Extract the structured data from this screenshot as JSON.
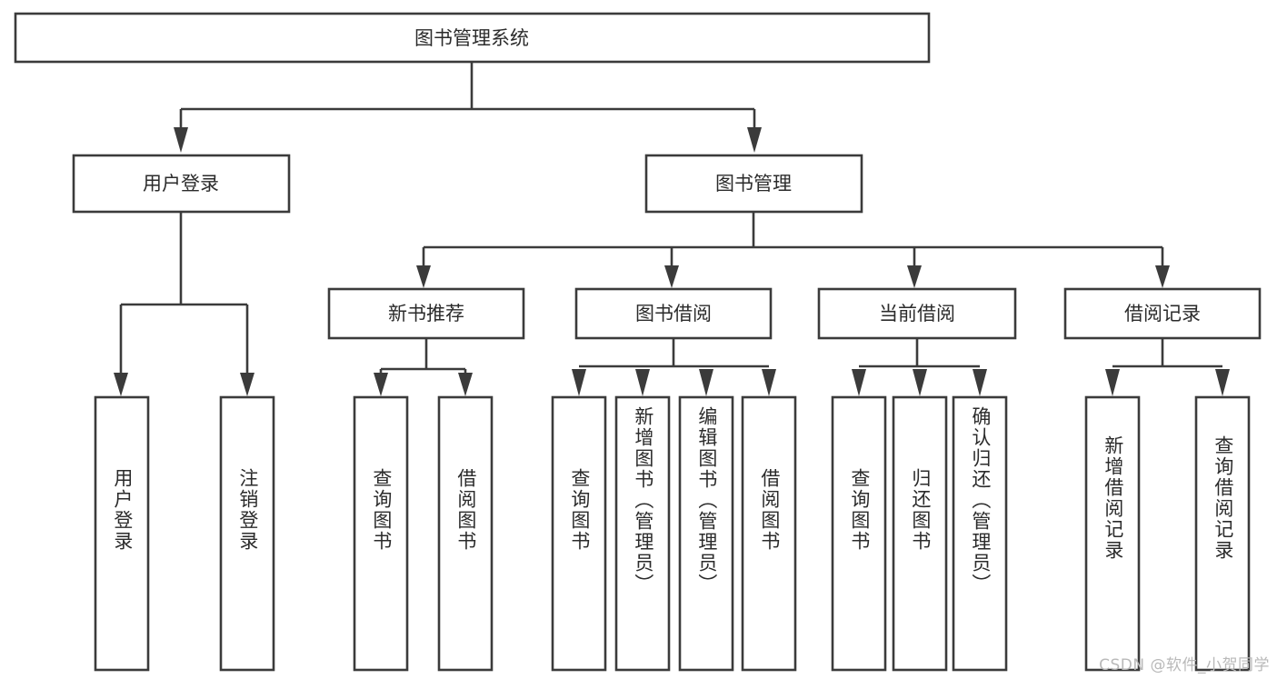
{
  "diagram": {
    "title": "图书管理系统",
    "type": "tree-hierarchy",
    "root": {
      "label": "图书管理系统"
    },
    "level2": [
      {
        "label": "用户登录"
      },
      {
        "label": "图书管理"
      }
    ],
    "level3": [
      {
        "label": "新书推荐"
      },
      {
        "label": "图书借阅"
      },
      {
        "label": "当前借阅"
      },
      {
        "label": "借阅记录"
      }
    ],
    "leaves": {
      "user_login": [
        {
          "label": "用户登录"
        },
        {
          "label": "注销登录"
        }
      ],
      "new_book_recommend": [
        {
          "label": "查询图书"
        },
        {
          "label": "借阅图书"
        }
      ],
      "book_borrow": [
        {
          "label": "查询图书"
        },
        {
          "label": "新增图书（管理员）"
        },
        {
          "label": "编辑图书（管理员）"
        },
        {
          "label": "借阅图书"
        }
      ],
      "current_borrow": [
        {
          "label": "查询图书"
        },
        {
          "label": "归还图书"
        },
        {
          "label": "确认归还（管理员）"
        }
      ],
      "borrow_record": [
        {
          "label": "新增借阅记录"
        },
        {
          "label": "查询借阅记录"
        }
      ]
    }
  },
  "watermark": {
    "text": "CSDN @软件_小贺同学"
  },
  "colors": {
    "stroke": "#3b3b3b",
    "node_fill": "#ffffff",
    "text": "#2b2b2b",
    "watermark": "#b9b9b9",
    "background": "#ffffff"
  }
}
